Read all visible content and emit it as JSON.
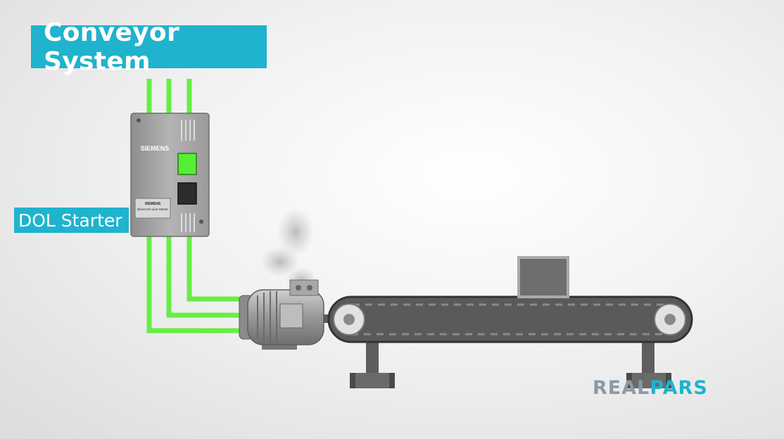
{
  "title": "Conveyor System",
  "starter_label": "DOL Starter",
  "starter": {
    "brand": "SIEMENS",
    "plate_brand": "SIEMENS",
    "plate_text": "Direct-On-Line Starter"
  },
  "logo": {
    "part1": "REAL",
    "part2": "PARS"
  },
  "colors": {
    "accent": "#1fb3cd",
    "wire": "#66ee44",
    "indicator_on": "#55ee33",
    "belt": "#5a5a5a"
  },
  "icons": [
    "motor-icon",
    "conveyor-icon",
    "box-icon",
    "smoke-icon"
  ]
}
